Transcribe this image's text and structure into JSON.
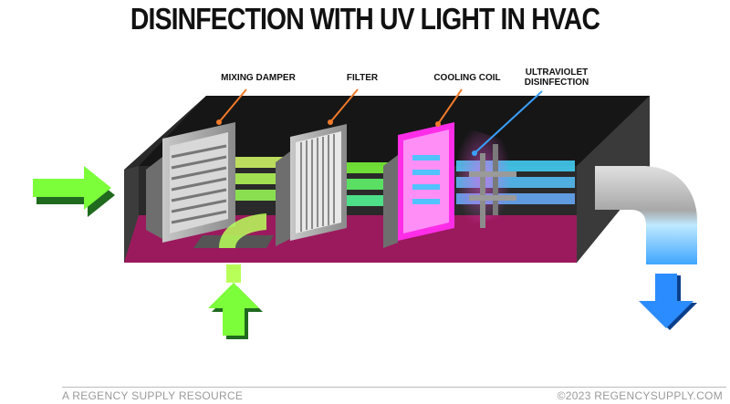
{
  "title": "DISINFECTION WITH UV LIGHT IN HVAC",
  "labels": {
    "mixing_damper": "MIXING DAMPER",
    "filter": "FILTER",
    "cooling_coil": "COOLING COIL",
    "uv_line1": "ULTRAVIOLET",
    "uv_line2": "DISINFECTION"
  },
  "footer": {
    "left": "A REGENCY SUPPLY RESOURCE",
    "right": "©2023 REGENCYSUPPLY.COM"
  },
  "colors": {
    "duct_dark": "#2b2b2b",
    "duct_floor": "#9b1a5e",
    "uv_glow": "#ff3df0",
    "airflow_green": "#7cff3a",
    "airflow_blue": "#2b8cff",
    "leader_orange": "#f07a2a",
    "leader_blue": "#3aa0ff"
  },
  "icons": [
    "outside-air-arrow-icon",
    "return-air-arrow-icon",
    "supply-air-arrow-icon"
  ]
}
